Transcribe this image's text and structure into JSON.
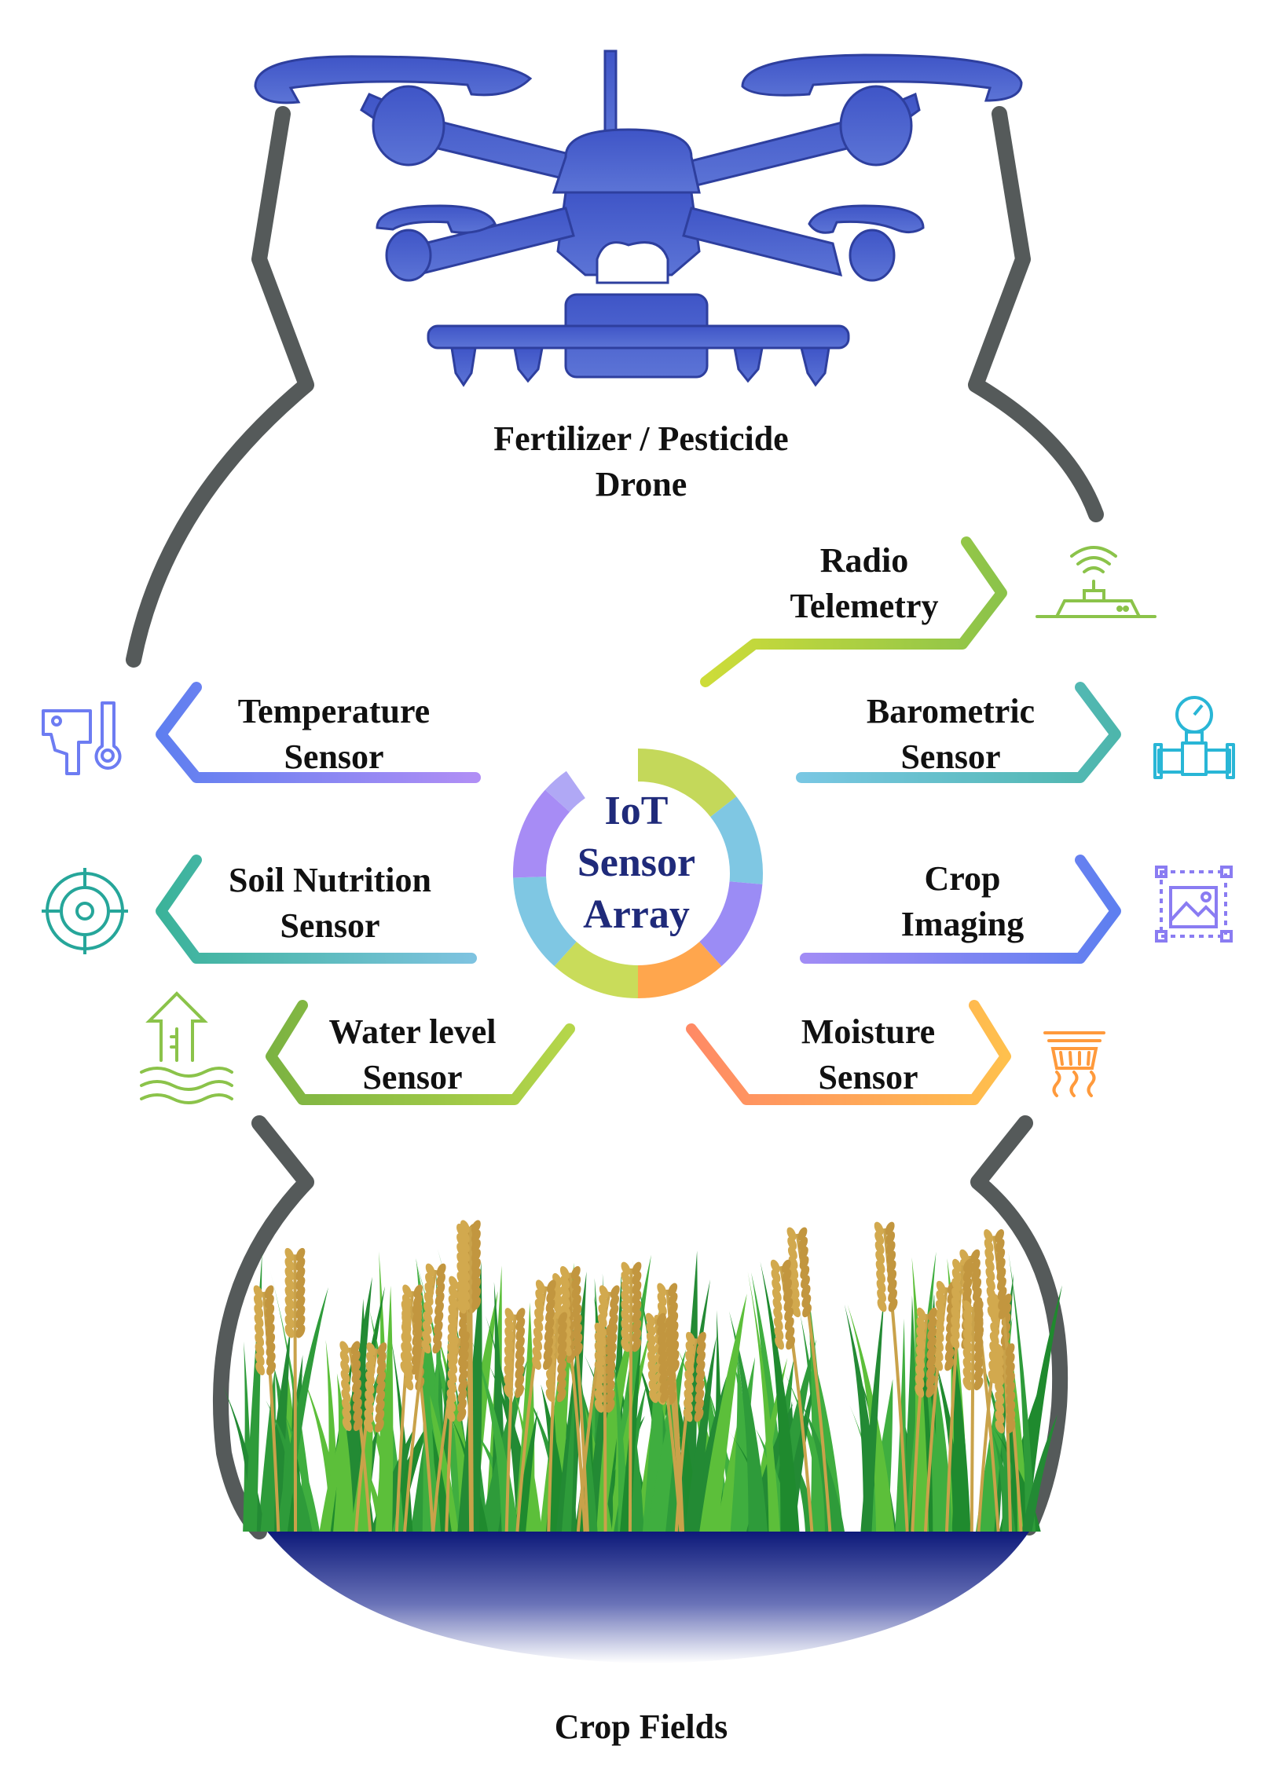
{
  "drone": {
    "line1": "Fertilizer / Pesticide",
    "line2": "Drone"
  },
  "center": {
    "line1": "IoT",
    "line2": "Sensor",
    "line3": "Array"
  },
  "sensors": {
    "radio": {
      "line1": "Radio",
      "line2": "Telemetry",
      "icon": "radio-telemetry-icon",
      "color": "#8bc34a"
    },
    "barometric": {
      "line1": "Barometric",
      "line2": "Sensor",
      "icon": "pressure-gauge-icon",
      "color": "#4db6ac"
    },
    "crop": {
      "line1": "Crop",
      "line2": "Imaging",
      "icon": "image-frame-icon",
      "color": "#6d7cf2"
    },
    "moisture": {
      "line1": "Moisture",
      "line2": "Sensor",
      "icon": "humidity-sensor-icon",
      "color": "#ffad4d"
    },
    "temperature": {
      "line1": "Temperature",
      "line2": "Sensor",
      "icon": "thermometer-icon",
      "color": "#6d7cf2"
    },
    "soil": {
      "line1": "Soil Nutrition",
      "line2": "Sensor",
      "icon": "target-sensor-icon",
      "color": "#26a69a"
    },
    "water": {
      "line1": "Water level",
      "line2": "Sensor",
      "icon": "water-level-icon",
      "color": "#7cb342"
    }
  },
  "field": {
    "label": "Crop Fields"
  },
  "colors": {
    "outline": "#555a5a",
    "drone": "#4a5fd0",
    "soil": "#0d1a7a",
    "grass": "#2e9b3a",
    "wheat": "#c9a24a"
  }
}
